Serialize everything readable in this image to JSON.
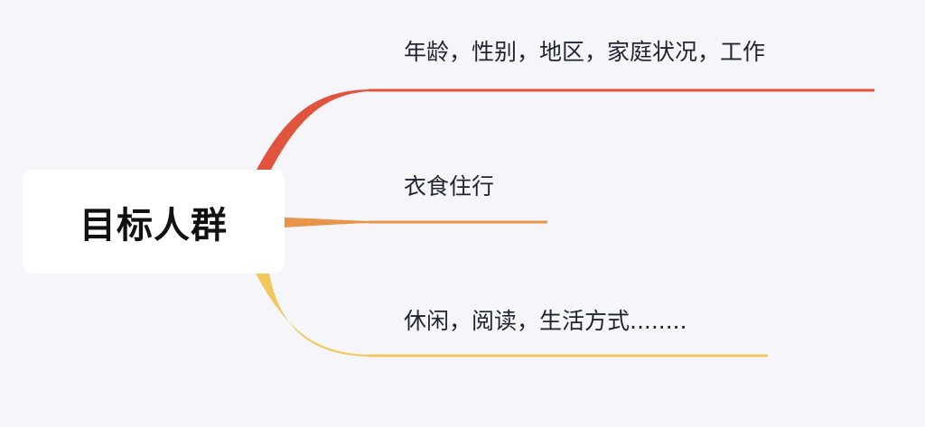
{
  "root": {
    "label": "目标人群"
  },
  "branches": [
    {
      "label": "年龄，性别，地区，家庭状况，工作",
      "color": "#e0533d"
    },
    {
      "label": "衣食住行",
      "color": "#e8954a"
    },
    {
      "label": "休闲，阅读，生活方式........",
      "color": "#f2c75c"
    }
  ]
}
